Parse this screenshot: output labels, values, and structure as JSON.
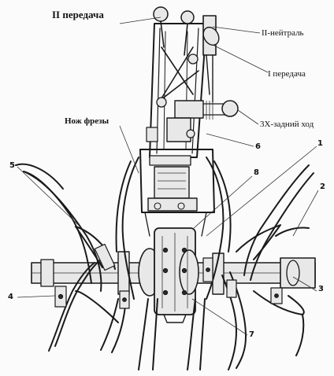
{
  "labels": {
    "second_gear": "II передача",
    "neutral": "II-нейтраль",
    "first_gear": "I передача",
    "reverse": "3Х-задний ход",
    "mill_knife": "Нож фрезы"
  },
  "numbers": {
    "n1": "1",
    "n2": "2",
    "n3": "3",
    "n4": "4",
    "n5": "5",
    "n6": "6",
    "n7": "7",
    "n8": "8"
  },
  "colors": {
    "ink": "#1a1a1a",
    "paper": "#fbfbfb"
  }
}
